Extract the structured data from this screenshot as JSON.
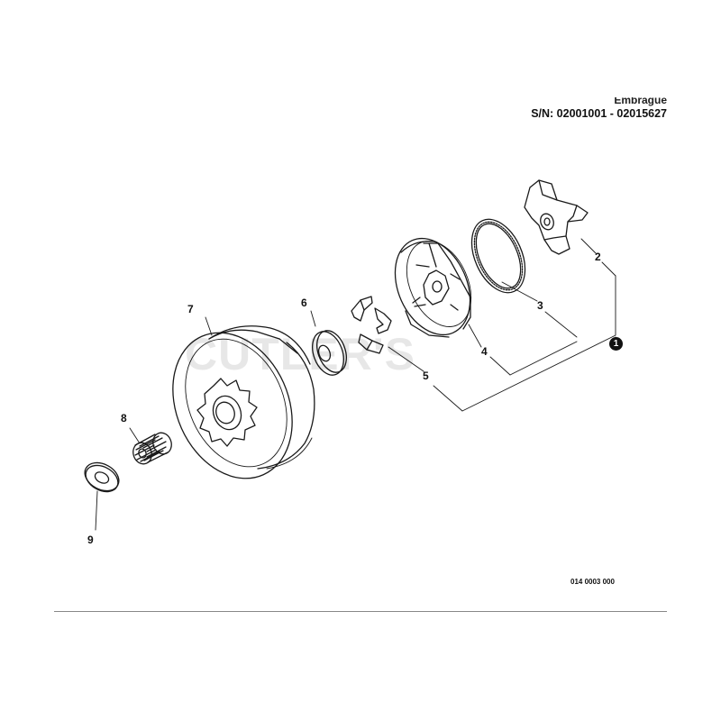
{
  "header": {
    "subtitle": "Embrague",
    "serial_range": "S/N: 02001001 - 02015627"
  },
  "watermark": "CUTLER'S",
  "callouts": {
    "assembly": "1",
    "p2": "2",
    "p3": "3",
    "p4": "4",
    "p5": "5",
    "p6": "6",
    "p7": "7",
    "p8": "8",
    "p9": "9"
  },
  "figure_code": "014 0003 000"
}
